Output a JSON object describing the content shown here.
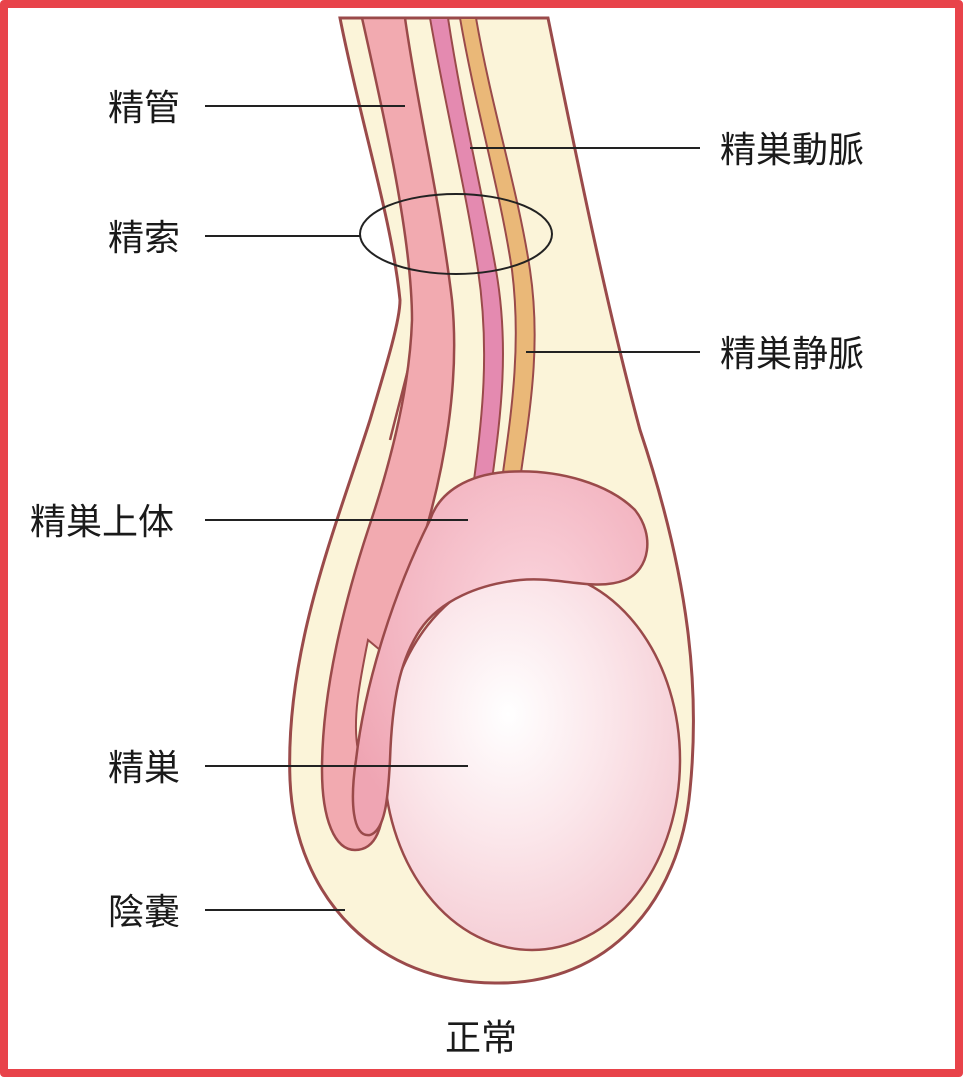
{
  "labels": {
    "vas_deferens": "精管",
    "spermatic_cord": "精索",
    "epididymis": "精巣上体",
    "testis": "精巣",
    "scrotum": "陰嚢",
    "testicular_artery": "精巣動脈",
    "testicular_vein": "精巣静脈",
    "caption": "正常"
  },
  "colors": {
    "frame": "#e8434a",
    "scrotum_fill": "#fbf4d9",
    "outline": "#9a4a4a",
    "vas_fill": "#f2aab0",
    "artery_fill": "#e48ab0",
    "vein_fill": "#eab878",
    "epididymis_fill": "#f4b2bf",
    "testis_fill": "#fadde3"
  }
}
